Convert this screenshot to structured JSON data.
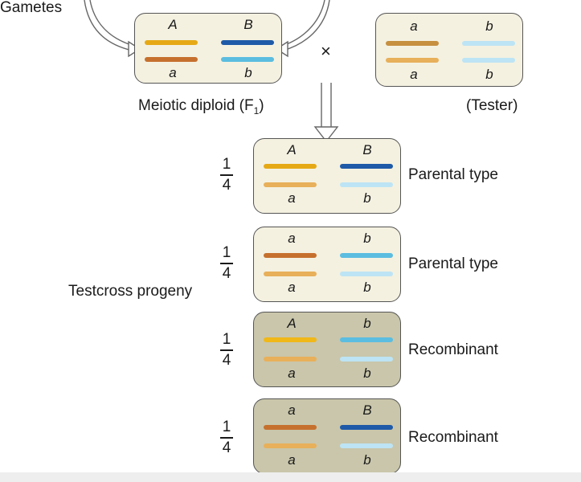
{
  "colors": {
    "A_dark": "#e6a916",
    "a_dark": "#c6702e",
    "a_light": "#e8b05a",
    "B_dark": "#1f5aa8",
    "b_mid": "#5bbde0",
    "b_light": "#bde4f4",
    "box_fill": "#f4f1e1",
    "recomb_fill": "#c9c6ab"
  },
  "labels": {
    "gametes": "Gametes",
    "cross_symbol": "×",
    "f1_caption": "Meiotic diploid (F",
    "f1_sub": "1",
    "f1_close": ")",
    "tester_caption": "(Tester)",
    "testcross_progeny": "Testcross progeny"
  },
  "f1": {
    "top_left": "A",
    "top_right": "B",
    "bottom_left": "a",
    "bottom_right": "b"
  },
  "tester": {
    "top_left": "a",
    "top_right": "b",
    "bottom_left": "a",
    "bottom_right": "b"
  },
  "progeny": [
    {
      "fraction_num": "1",
      "fraction_den": "4",
      "top_left": "A",
      "top_right": "B",
      "bottom_left": "a",
      "bottom_right": "b",
      "type": "Parental type"
    },
    {
      "fraction_num": "1",
      "fraction_den": "4",
      "top_left": "a",
      "top_right": "b",
      "bottom_left": "a",
      "bottom_right": "b",
      "type": "Parental type"
    },
    {
      "fraction_num": "1",
      "fraction_den": "4",
      "top_left": "A",
      "top_right": "b",
      "bottom_left": "a",
      "bottom_right": "b",
      "type": "Recombinant"
    },
    {
      "fraction_num": "1",
      "fraction_den": "4",
      "top_left": "a",
      "top_right": "B",
      "bottom_left": "a",
      "bottom_right": "b",
      "type": "Recombinant"
    }
  ]
}
